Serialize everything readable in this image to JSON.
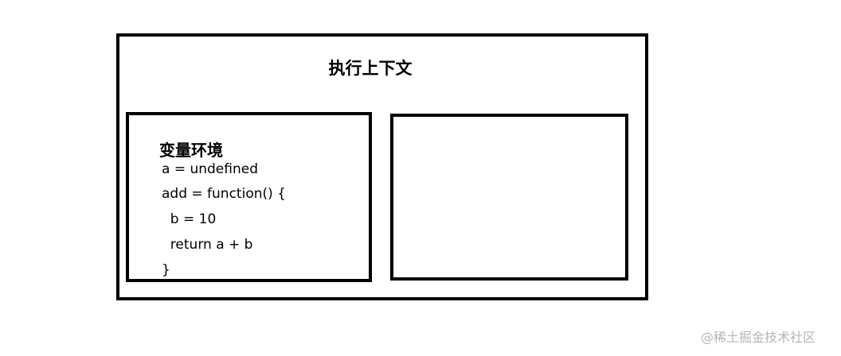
{
  "diagram": {
    "title": "执行上下文",
    "variable_environment": {
      "title": "变量环境",
      "lines": [
        "a = undefined",
        "add = function() {",
        "  b = 10",
        "  return a + b",
        "}"
      ]
    }
  },
  "watermark": "@稀土掘金技术社区"
}
